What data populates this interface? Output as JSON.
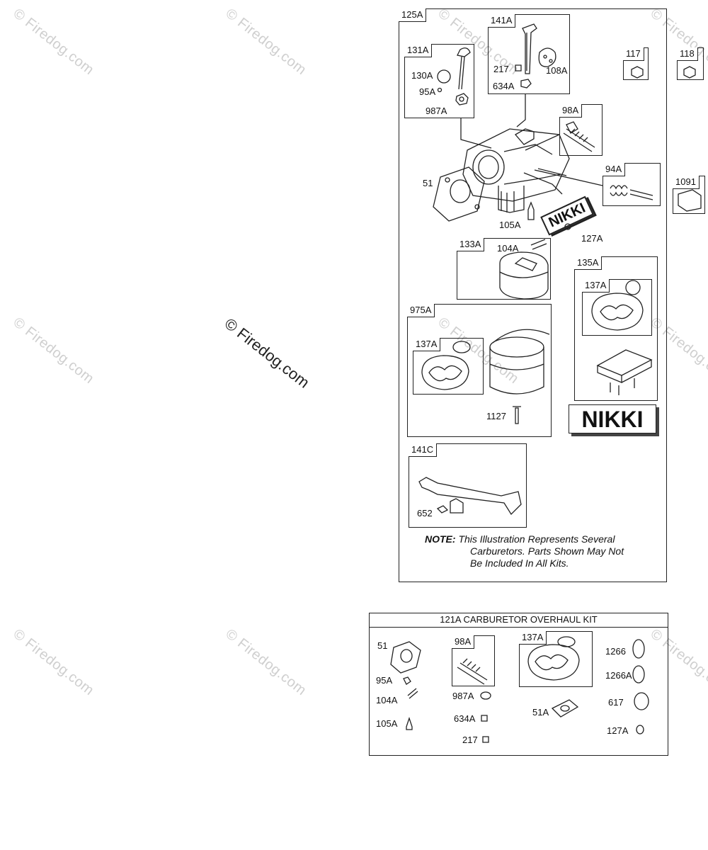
{
  "watermarks": {
    "small": "© Firedog.com",
    "center": "© Firedog.com"
  },
  "main_diagram": {
    "group_label": "125A",
    "groups": {
      "g131A": {
        "label": "131A",
        "parts": [
          "130A",
          "95A",
          "987A"
        ]
      },
      "g141A": {
        "label": "141A",
        "parts": [
          "217",
          "108A",
          "634A"
        ]
      },
      "g98A": {
        "label": "98A"
      },
      "g94A": {
        "label": "94A"
      },
      "g133A": {
        "label": "133A",
        "parts": [
          "104A"
        ]
      },
      "g135A": {
        "label": "135A",
        "sub": "137A"
      },
      "g975A": {
        "label": "975A",
        "sub": "137A",
        "parts": [
          "1127"
        ]
      },
      "g141C": {
        "label": "141C",
        "parts": [
          "652"
        ]
      }
    },
    "loose_parts": [
      "51",
      "105A",
      "127A"
    ],
    "brand": "NIKKI",
    "note_label": "NOTE:",
    "note_lines": [
      "This Illustration Represents Several",
      "Carburetors. Parts Shown May Not",
      "Be Included In All Kits."
    ]
  },
  "side_parts": [
    "117",
    "118",
    "1091"
  ],
  "kit": {
    "title": "121A CARBURETOR OVERHAUL KIT",
    "left_parts": [
      "51",
      "95A",
      "104A",
      "105A"
    ],
    "group98A": "98A",
    "mid_parts": [
      "987A",
      "634A",
      "217"
    ],
    "group137A": "137A",
    "part51A": "51A",
    "right_parts": [
      "1266",
      "1266A",
      "617",
      "127A"
    ]
  }
}
